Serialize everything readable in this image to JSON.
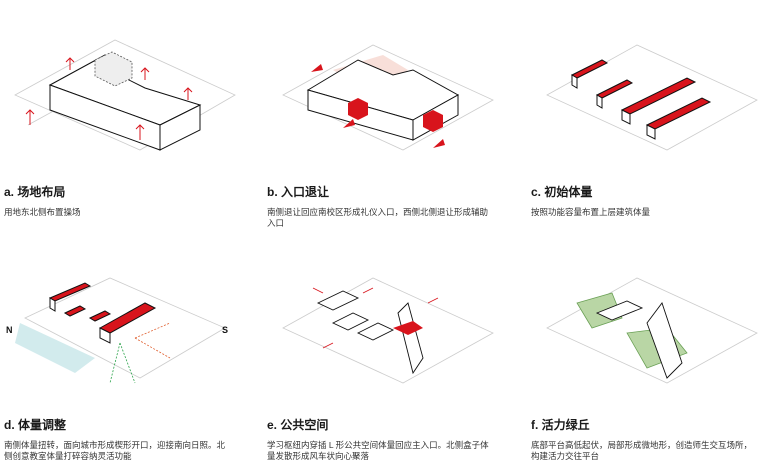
{
  "panels": [
    {
      "title": "a. 场地布局",
      "desc": "用地东北侧布置操场"
    },
    {
      "title": "b. 入口退让",
      "desc": "南侧退让回应南校区形成礼仪入口，西侧北侧退让形成辅助入口"
    },
    {
      "title": "c. 初始体量",
      "desc": "按照功能容量布置上层建筑体量"
    },
    {
      "title": "d. 体量调整",
      "desc": "南侧体量扭转，面向城市形成楔形开口，迎接南向日照。北侧创意教室体量打碎容纳灵活功能",
      "label_n": "N",
      "label_s": "S"
    },
    {
      "title": "e. 公共空间",
      "desc": "学习枢纽内穿插 L 形公共空间体量回应主入口。北侧盒子体量发散形成风车状向心聚落"
    },
    {
      "title": "f. 活力绿丘",
      "desc": "底部平台高低起伏，局部形成微地形，创造师生交互场所，构建活力交往平台"
    }
  ],
  "colors": {
    "accent": "#d8141c",
    "pink": "#f3c9c0",
    "green": "#b9d6a5",
    "water": "#bfe3e6"
  }
}
